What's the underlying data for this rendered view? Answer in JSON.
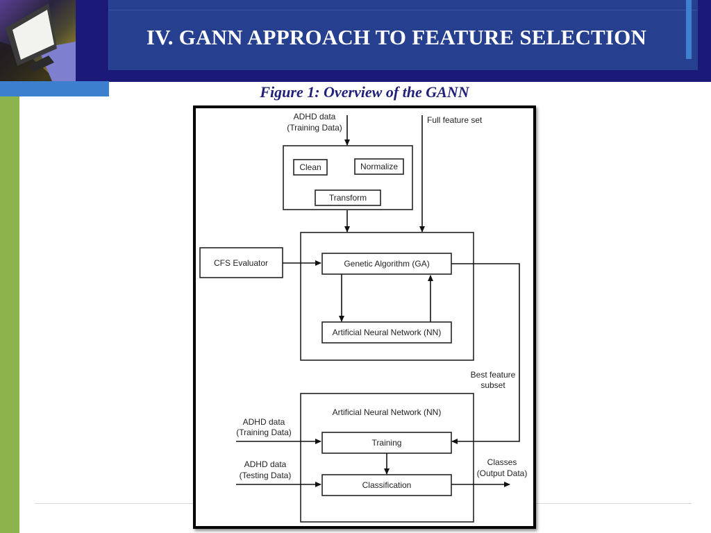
{
  "slide": {
    "title": "IV. GANN APPROACH TO FEATURE SELECTION",
    "caption": "Figure 1: Overview of the GANN",
    "colors": {
      "header_dark": "#1b1a78",
      "header_panel": "#263f8f",
      "accent_blue": "#3d7fcf",
      "accent_green": "#8db34c",
      "caption_color": "#1f1f7a"
    },
    "decor_image": "computer-monitor-photo"
  },
  "diagram": {
    "inputs": {
      "adhd_training_top": [
        "ADHD data",
        "(Training Data)"
      ],
      "full_feature_set": "Full feature set",
      "adhd_training_bottom": [
        "ADHD data",
        "(Training Data)"
      ],
      "adhd_testing": [
        "ADHD data",
        "(Testing Data)"
      ]
    },
    "preprocess": {
      "clean": "Clean",
      "normalize": "Normalize",
      "transform": "Transform"
    },
    "cfs_evaluator": "CFS Evaluator",
    "ga": "Genetic Algorithm (GA)",
    "nn_inner": "Artificial Neural Network (NN)",
    "best_subset": [
      "Best feature",
      "subset"
    ],
    "nn_final": {
      "title": "Artificial Neural Network (NN)",
      "training": "Training",
      "classification": "Classification"
    },
    "output": [
      "Classes",
      "(Output Data)"
    ]
  }
}
